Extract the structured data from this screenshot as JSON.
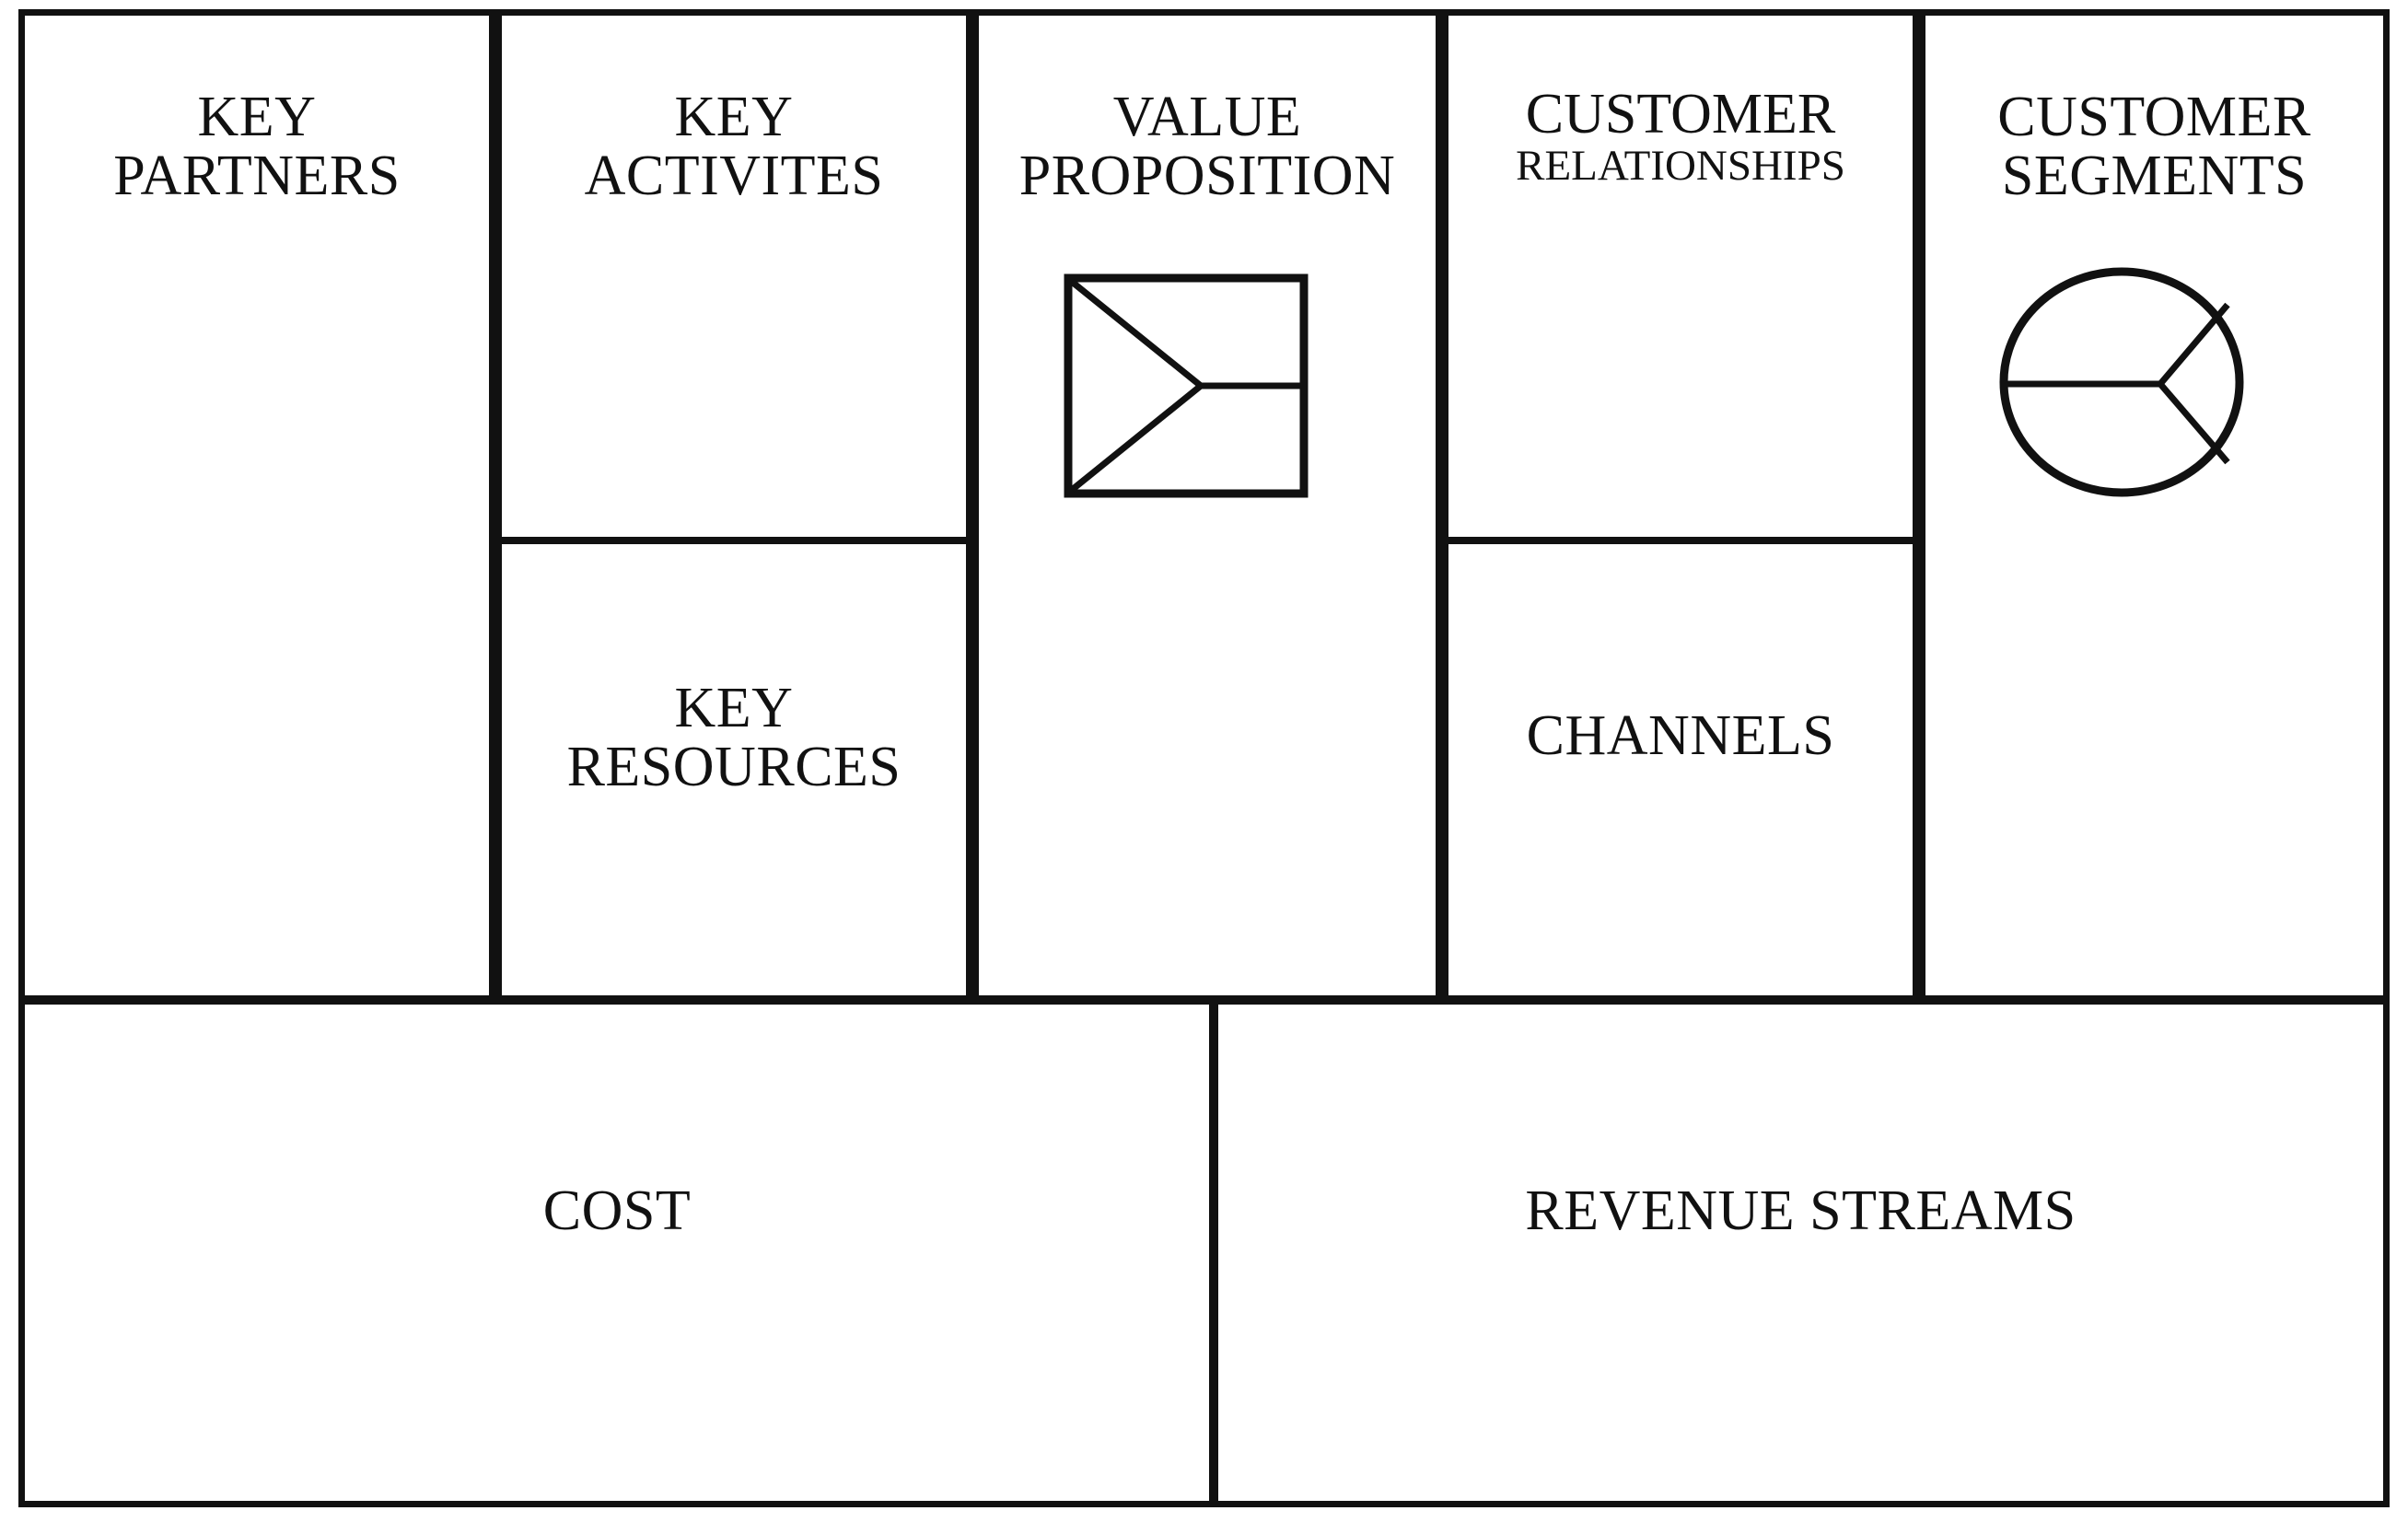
{
  "diagram": {
    "type": "business-model-canvas",
    "title": "Business Model Canvas",
    "background_color": "#ffffff",
    "line_color": "#111111"
  },
  "blocks": {
    "key_partners": {
      "label": "KEY\nPARTNERS"
    },
    "key_activities": {
      "label": "KEY\nACTIVITES"
    },
    "key_resources": {
      "label": "KEY\nRESOURCES"
    },
    "value_proposition": {
      "label": "VALUE\nPROPOSITION"
    },
    "customer_relationships": {
      "line1": "CUSTOMER",
      "line2": "RELATIONSHIPS"
    },
    "channels": {
      "label": "CHANNELS"
    },
    "customer_segments": {
      "label": "CUSTOMER\nSEGMENTS"
    },
    "cost": {
      "label": "COST"
    },
    "revenue_streams": {
      "label": "REVENUE STREAMS"
    }
  },
  "icons": {
    "envelope": {
      "name": "envelope-icon",
      "in_block": "value_proposition"
    },
    "pie_chart": {
      "name": "pie-chart-icon",
      "in_block": "customer_segments",
      "segments": 3
    }
  }
}
